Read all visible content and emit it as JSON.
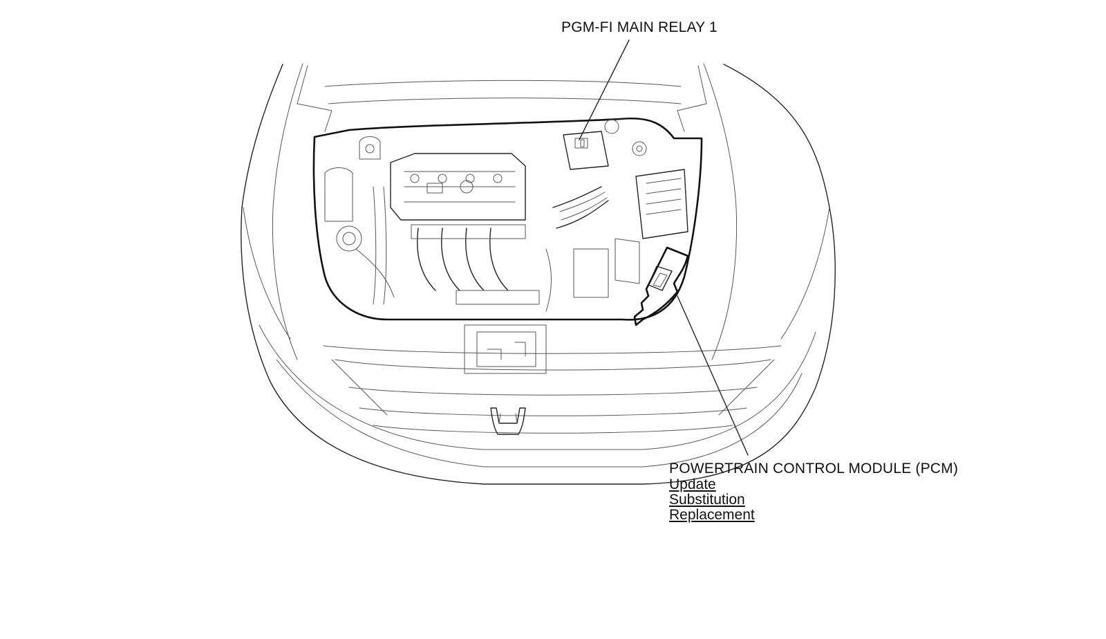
{
  "callouts": {
    "relay": {
      "label": "PGM-FI MAIN RELAY 1"
    },
    "pcm": {
      "label": "POWERTRAIN CONTROL MODULE (PCM)",
      "links": [
        "Update",
        "Substitution",
        "Replacement"
      ]
    }
  },
  "icons": {
    "emblem": "honda-emblem-icon"
  }
}
